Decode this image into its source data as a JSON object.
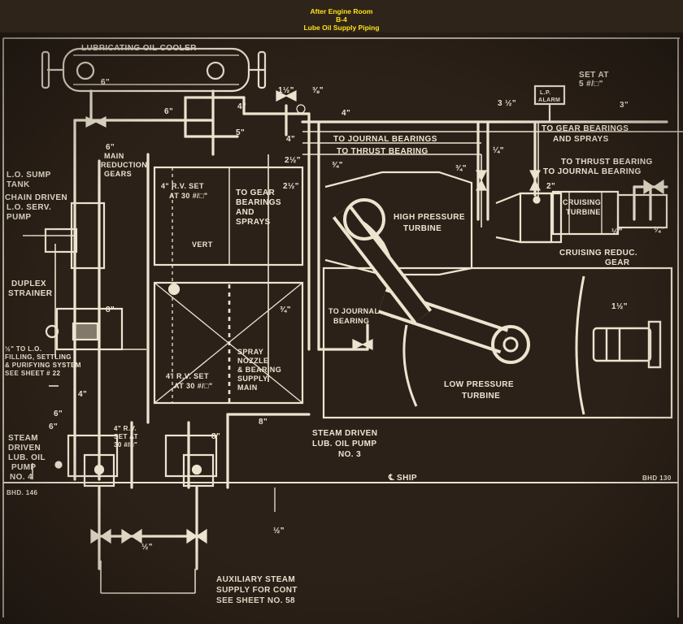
{
  "header": {
    "line1": "After Engine Room",
    "line2": "B-4",
    "line3": "Lube Oil Supply Piping"
  },
  "colors": {
    "background": "#2f2419",
    "lines": "#ede4d0",
    "header_text": "#ffe21a"
  },
  "labels": {
    "lo_cooler": "Lubricating Oil Cooler",
    "set_at": "Set at",
    "set_at_value": "5 #/□\"",
    "lp_alarm_1": "L.P.",
    "lp_alarm_2": "Alarm",
    "to_journal_bearings": "To Journal Bearings",
    "to_thrust_bearing": "To Thrust Bearing",
    "to_gear_bearings_sprays_1": "To Gear Bearings",
    "to_gear_bearings_sprays_2": "And Sprays",
    "to_thrust_journal_1": "To Thrust Bearing",
    "to_thrust_journal_2": "To Journal Bearing",
    "main_reduction_1": "Main",
    "main_reduction_2": "Reduction",
    "main_reduction_3": "Gears",
    "rv_set_1_a": "4\" R.V. Set",
    "rv_set_1_b": "At 30 #/□\"",
    "to_gear_1": "To Gear",
    "to_gear_2": "Bearings",
    "to_gear_3": "And",
    "to_gear_4": "Sprays",
    "vert": "Vert",
    "high_pressure_1": "High Pressure",
    "high_pressure_2": "Turbine",
    "cruising_turbine_1": "Cruising",
    "cruising_turbine_2": "Turbine",
    "cruising_reduc_1": "Cruising Reduc.",
    "cruising_reduc_2": "Gear",
    "lo_sump_1": "L.O. Sump",
    "lo_sump_2": "Tank",
    "chain_driven_1": "Chain Driven",
    "chain_driven_2": "L.O. Serv.",
    "chain_driven_3": "Pump",
    "duplex_1": "Duplex",
    "duplex_2": "Strainer",
    "lo_fill_1": "½\" To L.O.",
    "lo_fill_2": "Filling, Settling",
    "lo_fill_3": "& Purifying System",
    "lo_fill_4": "See Sheet # 22",
    "to_journal_bearing_1": "To Journal",
    "to_journal_bearing_2": "Bearing",
    "spray_1": "Spray",
    "spray_2": "Nozzle",
    "spray_3": "& Bearing",
    "spray_4": "Supply",
    "spray_5": "Main",
    "low_pressure_1": "Low Pressure",
    "low_pressure_2": "Turbine",
    "rv_set_2_a": "4\" R.V. Set",
    "rv_set_2_b": "At 30 #/□\"",
    "rv_set_3_a": "4\" R.V.",
    "rv_set_3_b": "Set at",
    "rv_set_3_c": "30 #/□\"",
    "steam_pump_4_1": "Steam",
    "steam_pump_4_2": "Driven",
    "steam_pump_4_3": "Lub. Oil",
    "steam_pump_4_4": "Pump",
    "steam_pump_4_5": "No. 4",
    "steam_pump_3_1": "Steam Driven",
    "steam_pump_3_2": "Lub. Oil Pump",
    "steam_pump_3_3": "No. 3",
    "ship_cl": "℄ Ship",
    "bhd_146": "BHD. 146",
    "bhd_130": "BHD 130",
    "aux_1": "Auxiliary Steam",
    "aux_2": "Supply for Cont",
    "aux_3": "See Sheet No. 58"
  },
  "sizes": {
    "s_6a": "6\"",
    "s_6b": "6\"",
    "s_6c": "6\"",
    "s_6d": "6\"",
    "s_6e": "6\"",
    "s_4a": "4\"",
    "s_4b": "4\"",
    "s_4c": "4\"",
    "s_4d": "4\"",
    "s_5": "5\"",
    "s_3": "3\"",
    "s_3half": "3 ½\"",
    "s_2half": "2½\"",
    "s_1half": "1½\"",
    "s_2": "2\"",
    "s_half_a": "½\"",
    "s_half_b": "½\"",
    "s_quarter": "¼\"",
    "s_3quarter": "¾\"",
    "s_3quarter_b": "¾\"",
    "s_3quarter_c": "¾\"",
    "s_3eighth": "⅜\"",
    "s_8a": "8\"",
    "s_8b": "8\"",
    "s_8c": "8\"",
    "s_1half_b": "1½\"",
    "s_quarter_b": "¼\"",
    "s_half_c": "½\"",
    "s_2half_b": "2½\""
  }
}
